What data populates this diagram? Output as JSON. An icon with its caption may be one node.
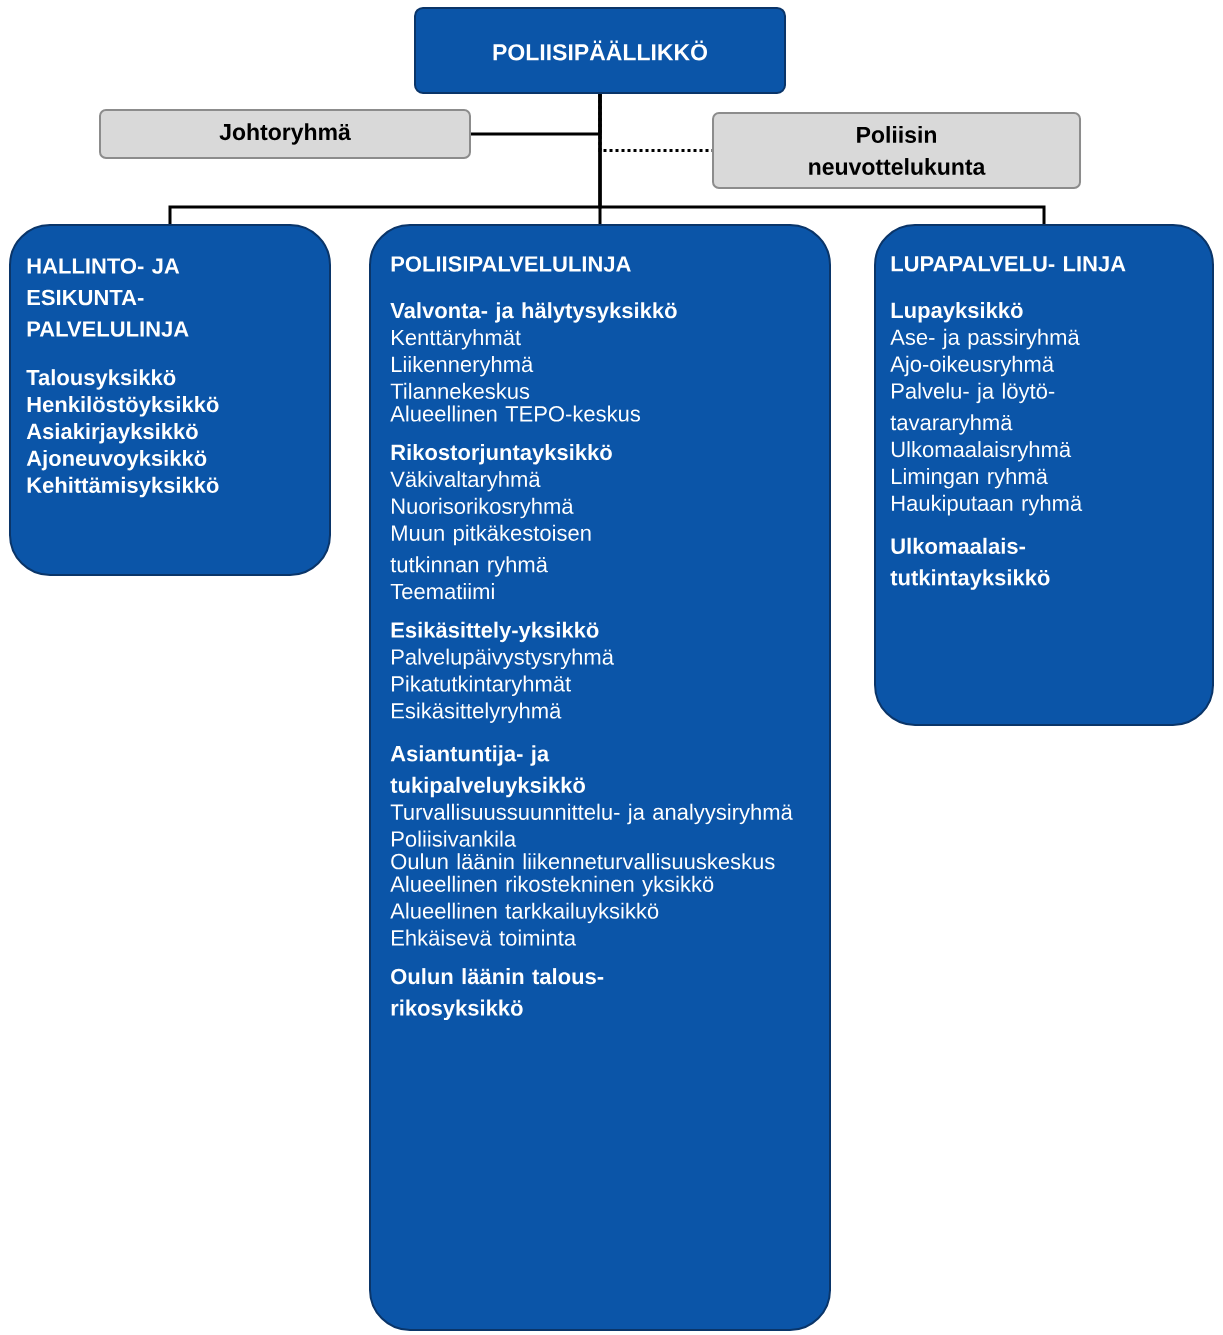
{
  "diagram": {
    "nodes": [
      {
        "text": [
          "POLIISIPÄÄLLIKKÖ"
        ]
      },
      {
        "text": [
          "Johtoryhmä"
        ]
      },
      {
        "text": [
          "Poliisin neuvottelukunta"
        ]
      },
      {
        "text": [
          "HALLINTO- JA ESIKUNTA- PALVELULINJA",
          "Talousyksikkö",
          "Henkilöstöyksikkö",
          "Asiakirjayksikkö",
          "Ajoneuvoyksikkö",
          "Kehittämisyksikkö"
        ]
      },
      {
        "text": [
          "POLIISIPALVELULINJA",
          "Valvonta- ja hälytysyksikkö",
          "Kenttäryhmät",
          "Liikenneryhmä",
          "Tilannekeskus",
          "Alueellinen TEPO-keskus",
          "Rikostorjuntayksikkö",
          "Väkivaltaryhmä",
          "Nuorisorikosryhmä",
          "Muun pitkäkestoisen tutkinnan ryhmä",
          "Teematiimi",
          "Esikäsittely-yksikkö",
          "Palvelupäivystysryhmä",
          "Pikatutkintaryhmät",
          "Esikäsittelyryhmä",
          "Asiantuntija- ja tukipalveluyksikkö",
          "Turvallisuussuunnittelu- ja analyysiryhmä",
          "Poliisivankila",
          "Oulun läänin liikenneturvallisuuskeskus",
          "Alueellinen rikostekninen yksikkö",
          "Alueellinen tarkkailuyksikkö",
          "Ehkäisevä toiminta",
          "Oulun läänin talous- rikosyksikkö"
        ]
      },
      {
        "text": [
          "LUPAPALVELU- LINJA",
          "Lupayksikkö",
          "Ase- ja passiryhmä",
          "Ajo-oikeusryhmä",
          "Palvelu- ja löytö- tavararyhmä",
          "Ulkomaalaisryhmä",
          "Limingan ryhmä",
          "Haukiputaan ryhmä",
          "Ulkomaalais- tutkintayksikkö"
        ]
      }
    ],
    "edges": [
      {
        "from": 0,
        "to": 1,
        "arrow": "none"
      },
      {
        "from": 0,
        "to": 2,
        "arrow": "none",
        "style": "dashed"
      },
      {
        "from": 0,
        "to": 3,
        "arrow": "none"
      },
      {
        "from": 0,
        "to": 4,
        "arrow": "none"
      },
      {
        "from": 0,
        "to": 5,
        "arrow": "none"
      }
    ]
  }
}
